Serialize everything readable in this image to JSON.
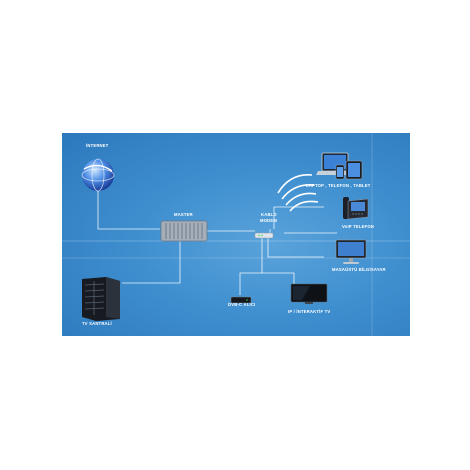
{
  "diagram": {
    "nodes": {
      "internet": {
        "label": "İNTERNET",
        "icon": "globe-icon"
      },
      "master": {
        "label": "MASTER",
        "icon": "amplifier-icon"
      },
      "modem": {
        "label_line1": "KABLO",
        "label_line2": "MODEM",
        "icon": "router-icon"
      },
      "devices": {
        "label": "LAPTOP , TELEFON , TABLET",
        "icon": "devices-icon"
      },
      "voip": {
        "label": "VoIP TELEFON",
        "icon": "ip-phone-icon"
      },
      "desktop": {
        "label": "MASAÜSTÜ BİLGİSAYAR",
        "icon": "monitor-icon"
      },
      "dvbc": {
        "label": "DVB-C ALICI",
        "icon": "set-top-box-icon"
      },
      "iptv": {
        "label": "IP / İNTERAKTİF TV",
        "icon": "tv-icon"
      },
      "headend": {
        "label": "TV SANTRALİ",
        "icon": "server-rack-icon"
      }
    },
    "colors": {
      "background": "#3f8fcf",
      "line": "#ffffff",
      "text": "#ffffff"
    }
  }
}
